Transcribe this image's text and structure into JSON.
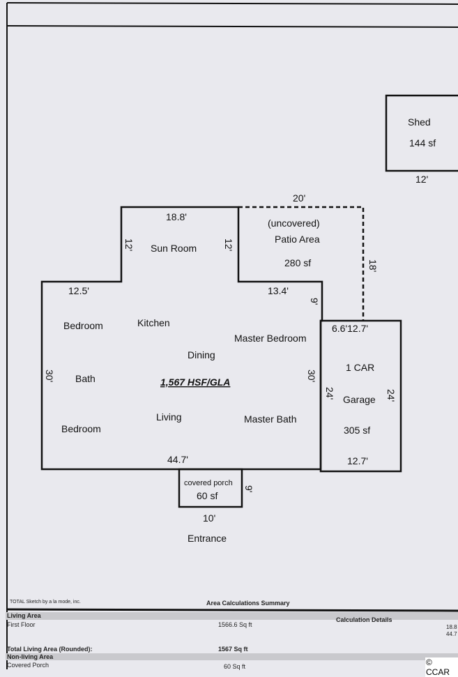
{
  "sketch": {
    "shed": {
      "name": "Shed",
      "area": "144 sf",
      "width": "12'"
    },
    "patio": {
      "note": "(uncovered)",
      "name": "Patio Area",
      "area": "280 sf",
      "top": "20'",
      "side": "18'"
    },
    "sun_room": {
      "name": "Sun Room",
      "top": "18.8'",
      "left": "12'",
      "right": "12'"
    },
    "main": {
      "rooms": [
        "Bedroom",
        "Kitchen",
        "Master Bedroom",
        "Dining",
        "Bath",
        "Living",
        "Master Bath",
        "Bedroom"
      ],
      "gla": "1,567 HSF/GLA",
      "dims": {
        "top_left": "12.5'",
        "top_right": "13.4'",
        "notch": "9'",
        "left": "30'",
        "right": "30'",
        "bottom": "44.7'"
      }
    },
    "garage": {
      "name1": "1 CAR",
      "name2": "Garage",
      "area": "305 sf",
      "top": "6.6'12.7'",
      "left": "24'",
      "right": "24'",
      "bottom": "12.7'"
    },
    "porch": {
      "name": "covered porch",
      "area": "60 sf",
      "depth": "9'",
      "width": "10'"
    },
    "entrance": "Entrance"
  },
  "summary": {
    "credit": "TOTAL Sketch by a la mode, inc.",
    "title": "Area Calculations Summary",
    "living_area": "Living Area",
    "calc_details": "Calculation Details",
    "first_floor": "First Floor",
    "first_floor_value": "1566.6 Sq ft",
    "detail1": "18.8",
    "detail2": "44.7",
    "total_label": "Total Living Area (Rounded):",
    "total_value": "1567 Sq ft",
    "non_living": "Non-living Area",
    "covered_porch": "Covered Porch",
    "covered_porch_value": "60 Sq ft",
    "copyright": "© CCAR"
  }
}
